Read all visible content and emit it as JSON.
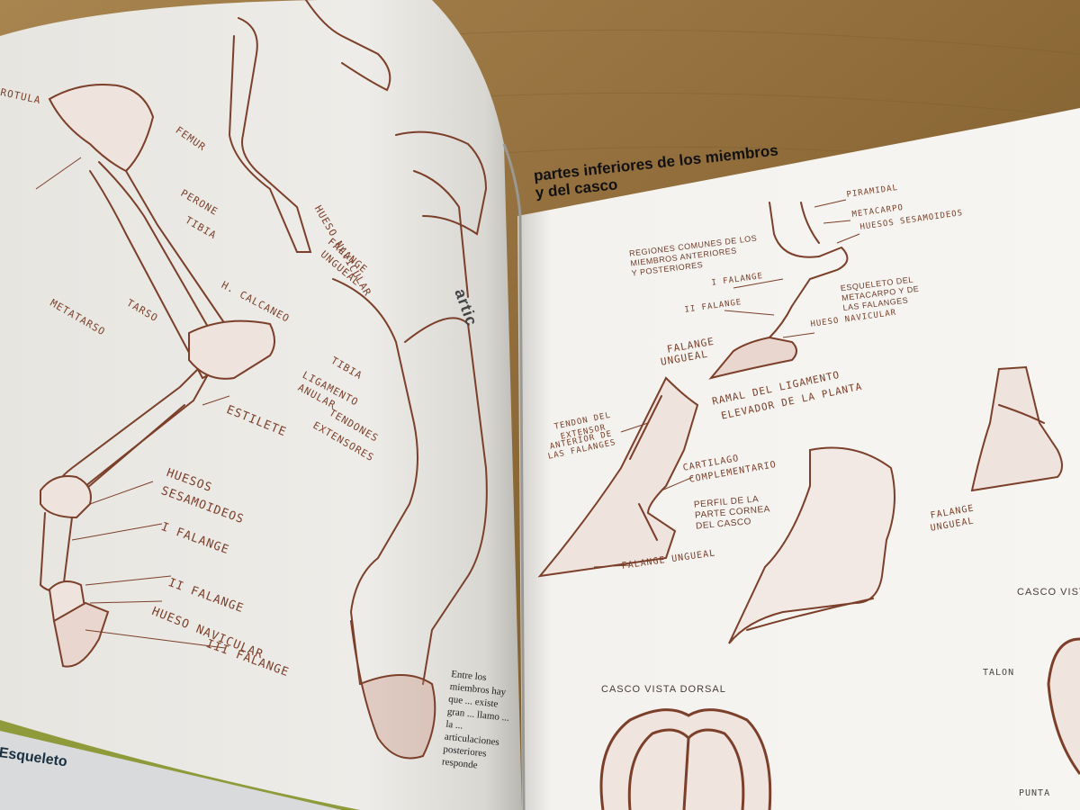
{
  "page": {
    "title_line1": "partes inferiores de los miembros",
    "title_line2": "y del casco",
    "colors": {
      "ink": "#7b3f2a",
      "page": "#f3f1ec",
      "table": "#7a5a2a"
    }
  },
  "left_labels": {
    "rotula": "ROTULA",
    "femur": "FEMUR",
    "perone": "PERONE",
    "tibia": "TIBIA",
    "tarso": "TARSO",
    "metatarso": "METATARSO",
    "calcaneo": "H. CALCANEO",
    "estilete": "ESTILETE",
    "huesos_sesamoideos_1": "HUESOS",
    "huesos_sesamoideos_2": "SESAMOIDEOS",
    "i_falange": "I FALANGE",
    "ii_falange": "II FALANGE",
    "hueso_navicular": "HUESO NAVICULAR",
    "iii_falange": "III FALANGE",
    "ligamento_1": "LIGAMENTO",
    "ligamento_2": "ANULAR",
    "tendones_1": "TENDONES",
    "tendones_2": "EXTENSORES",
    "tibia_mid": "TIBIA",
    "falange_ungueal_1": "FALANGE",
    "falange_ungueal_2": "UNGUEAL",
    "hueso_navicular_mid": "HUESO NAVICULAR",
    "articulac": "artic",
    "dark_corner": "Esqueleto",
    "body_text": "Entre los miembros hay que ... existe gran ... llamo ... la ... articulaciones posteriores responde"
  },
  "right_labels": {
    "piramidal": "PIRAMIDAL",
    "metacarpo": "METACARPO",
    "huesos_sesamoideos": "HUESOS SESAMOIDEOS",
    "regiones": "REGIONES COMUNES DE LOS\nMIEMBROS ANTERIORES\nY POSTERIORES",
    "esqueleto": "ESQUELETO DEL\nMETACARPO Y DE\nLAS FALANGES",
    "i_falange": "I FALANGE",
    "ii_falange": "II FALANGE",
    "hueso_navicular": "HUESO NAVICULAR",
    "falange_ungueal_1": "FALANGE",
    "falange_ungueal_2": "UNGUEAL",
    "tendon_1": "TENDON DEL",
    "tendon_2": "EXTENSOR",
    "tendon_3": "ANTERIOR DE",
    "tendon_4": "LAS FALANGES",
    "ramal_1": "RAMAL DEL LIGAMENTO",
    "ramal_2": "ELEVADOR DE LA PLANTA",
    "cartilago_1": "CARTILAGO",
    "cartilago_2": "COMPLEMENTARIO",
    "perfil": "PERFIL DE LA\nPARTE CORNEA\nDEL CASCO",
    "falange_ungueal_bottom": "FALANGE UNGUEAL",
    "falange_ungueal_right_1": "FALANGE",
    "falange_ungueal_right_2": "UNGUEAL",
    "casco_vista_dorsal": "CASCO VISTA DORSAL",
    "casco_vista": "CASCO VIST",
    "talon": "TALON",
    "punta": "PUNTA"
  }
}
